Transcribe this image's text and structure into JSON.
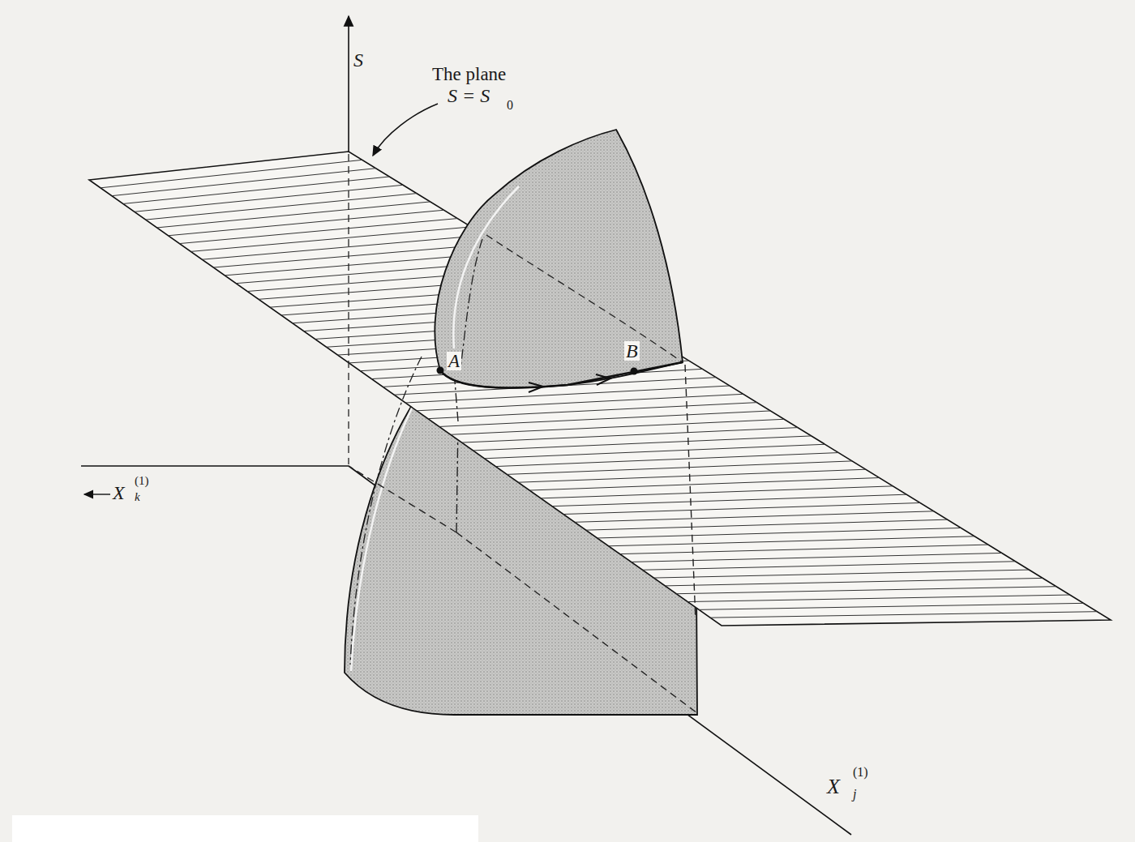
{
  "diagram": {
    "labels": [
      "S",
      "The plane",
      "S = S",
      "0",
      "A",
      "B",
      "X",
      "(1)",
      "k",
      "X",
      "(1)",
      "j"
    ]
  }
}
